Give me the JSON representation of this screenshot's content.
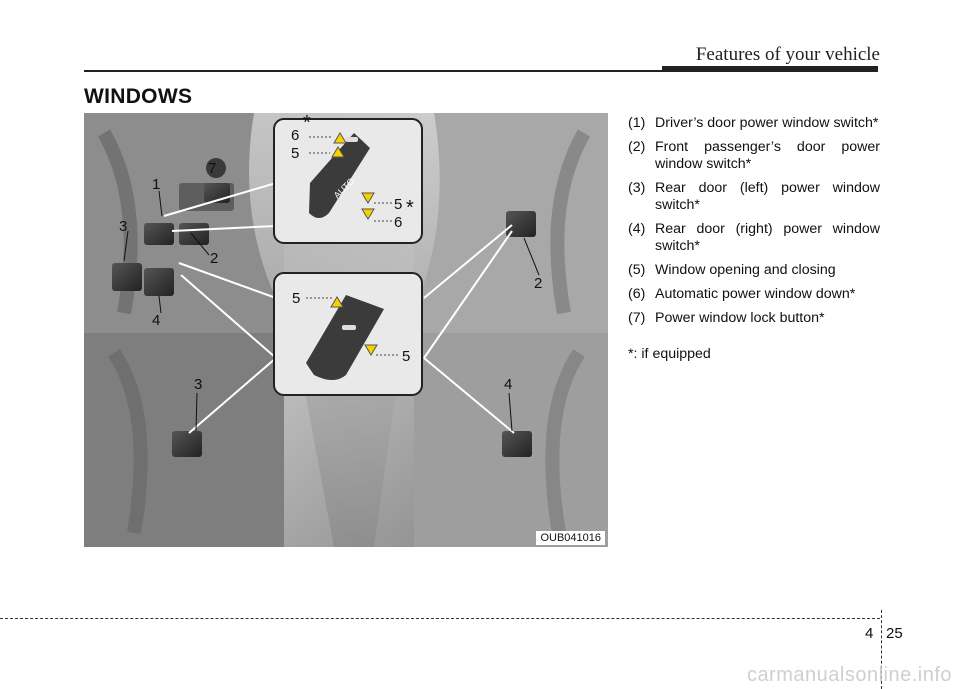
{
  "header": {
    "title": "Features of your vehicle"
  },
  "section": {
    "title": "WINDOWS"
  },
  "figure": {
    "code": "OUB041016",
    "callouts": [
      "1",
      "2",
      "3",
      "4",
      "7",
      "6",
      "5",
      "5",
      "6",
      "5",
      "5",
      "2",
      "3",
      "4"
    ],
    "auto_label": "AUTO",
    "asterisk": "*"
  },
  "descriptions": [
    {
      "num": "(1)",
      "text": "Driver’s door power window switch*"
    },
    {
      "num": "(2)",
      "text": "Front passenger’s door power window switch*"
    },
    {
      "num": "(3)",
      "text": "Rear door (left) power window switch*"
    },
    {
      "num": "(4)",
      "text": "Rear door (right) power window switch*"
    },
    {
      "num": "(5)",
      "text": "Window opening and closing"
    },
    {
      "num": "(6)",
      "text": "Automatic power window down*"
    },
    {
      "num": "(7)",
      "text": "Power window lock button*"
    }
  ],
  "note": "*: if equipped",
  "footer": {
    "chapter": "4",
    "page": "25"
  },
  "watermark": "carmanualsonline.info"
}
